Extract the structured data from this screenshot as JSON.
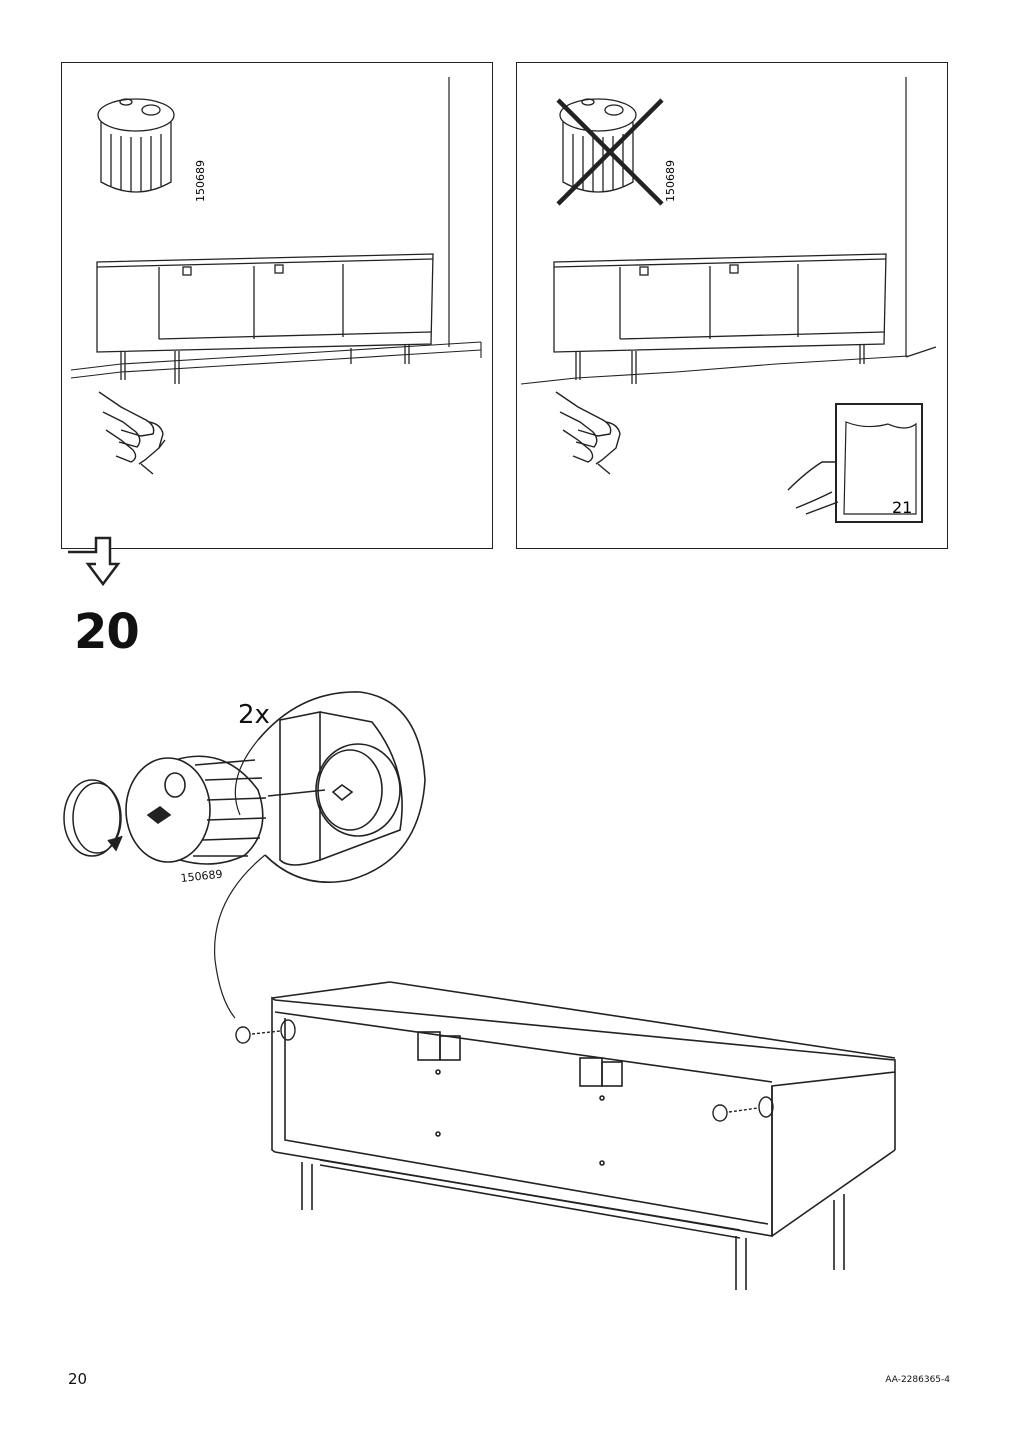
{
  "step": {
    "number": "20",
    "quantity": "2x"
  },
  "part_code": "150689",
  "panels": {
    "left": {
      "part_code": "150689"
    },
    "right": {
      "part_code": "150689",
      "reference_page": "21"
    }
  },
  "footer": {
    "page_number": "20",
    "document_code": "AA-2286365-4"
  }
}
